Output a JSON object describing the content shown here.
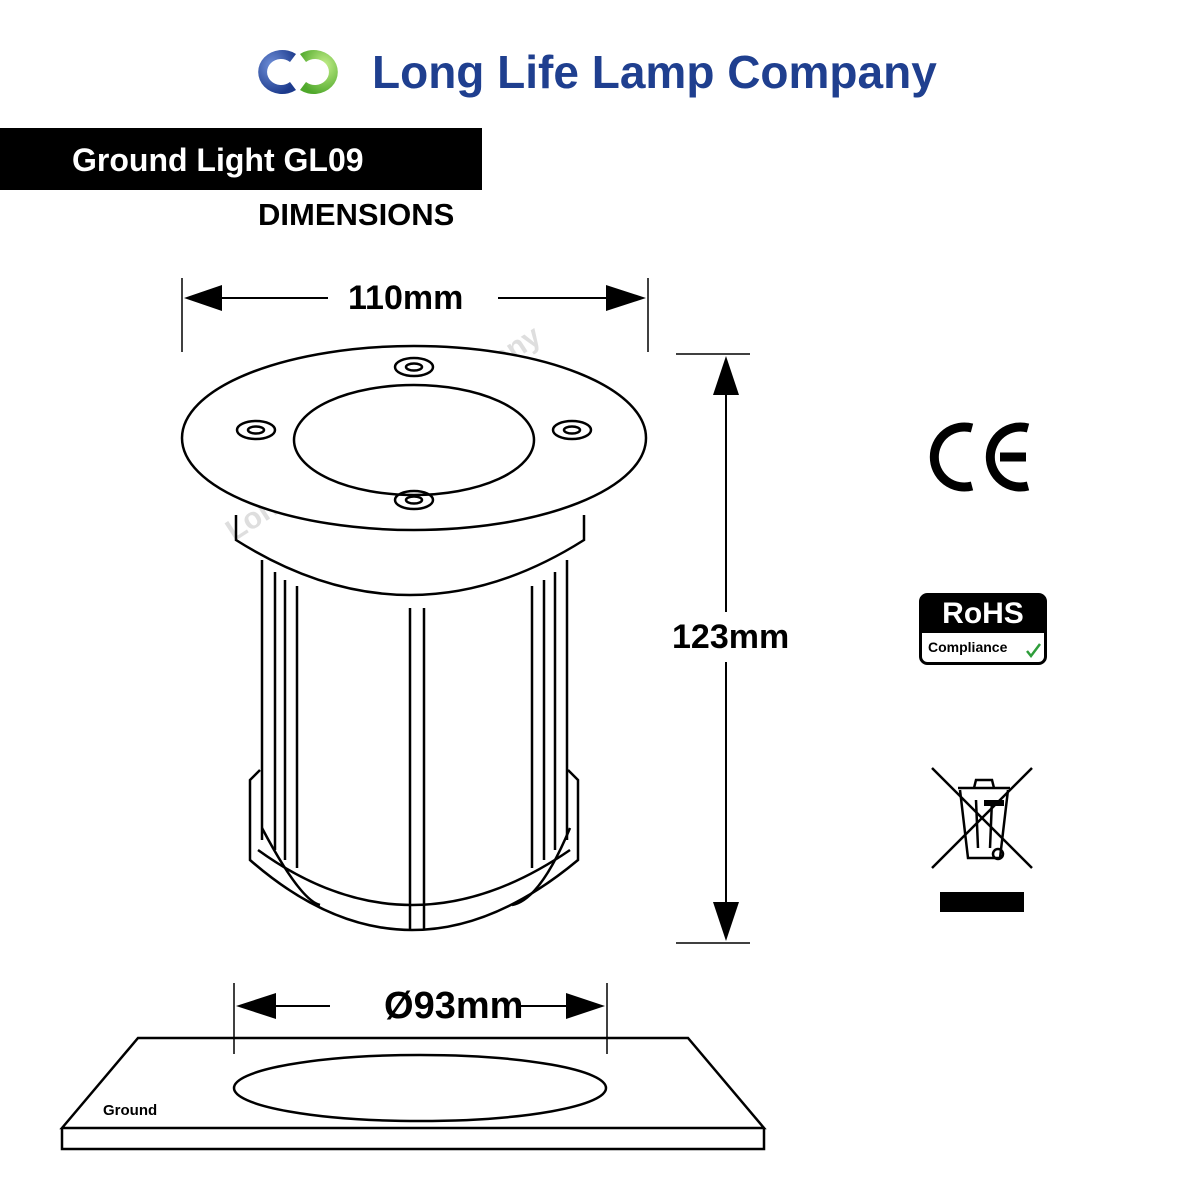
{
  "header": {
    "company_name": "Long Life Lamp Company",
    "product_title": "Ground Light GL09",
    "section_label": "DIMENSIONS"
  },
  "dimensions": {
    "width": "110mm",
    "height": "123mm",
    "diameter": "93mm",
    "diameter_symbol": "Ø"
  },
  "ground_label": "Ground",
  "watermark": "Long Life Lamp Company",
  "certifications": {
    "ce": "CE",
    "rohs": "RoHS",
    "rohs_sub": "Compliance"
  },
  "colors": {
    "brand_blue": "#1f3f8f",
    "logo_green": "#7ac943",
    "line": "#000000"
  }
}
